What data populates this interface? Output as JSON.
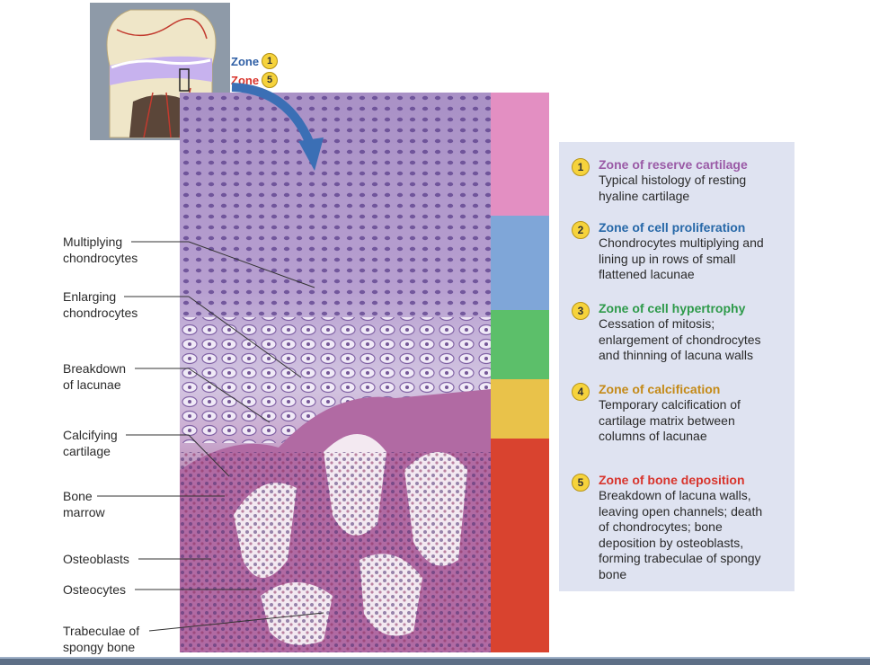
{
  "inset": {
    "zone1_label": "Zone",
    "zone1_number": "1",
    "zone5_label": "Zone",
    "zone5_number": "5",
    "zone1_color": "#2f5fa5",
    "zone5_color": "#d8342c"
  },
  "labels": [
    {
      "line1": "Multiplying",
      "line2": "chondrocytes"
    },
    {
      "line1": "Enlarging",
      "line2": "chondrocytes"
    },
    {
      "line1": "Breakdown",
      "line2": "of lacunae"
    },
    {
      "line1": "Calcifying",
      "line2": "cartilage"
    },
    {
      "line1": "Bone",
      "line2": "marrow"
    },
    {
      "line1": "Osteoblasts",
      "line2": ""
    },
    {
      "line1": "Osteocytes",
      "line2": ""
    },
    {
      "line1": "Trabeculae of",
      "line2": "spongy bone"
    }
  ],
  "zones": [
    {
      "number": "1",
      "title": "Zone of reserve cartilage",
      "color": "#9a5aa6",
      "desc": [
        "Typical histology of resting",
        "hyaline cartilage"
      ]
    },
    {
      "number": "2",
      "title": "Zone of cell proliferation",
      "color": "#2768a8",
      "desc": [
        "Chondrocytes multiplying and",
        "lining up in rows of small",
        "flattened lacunae"
      ]
    },
    {
      "number": "3",
      "title": "Zone of cell hypertrophy",
      "color": "#2e9a4a",
      "desc": [
        "Cessation of mitosis;",
        "enlargement of chondrocytes",
        "and thinning of lacuna walls"
      ]
    },
    {
      "number": "4",
      "title": "Zone of calcification",
      "color": "#c48a18",
      "desc": [
        "Temporary calcification of",
        "cartilage matrix between",
        "columns of lacunae"
      ]
    },
    {
      "number": "5",
      "title": "Zone of bone deposition",
      "color": "#d8342c",
      "desc": [
        "Breakdown of lacuna walls,",
        "leaving open channels; death",
        "of chondrocytes; bone",
        "deposition by osteoblasts,",
        "forming trabeculae of spongy",
        "bone"
      ]
    }
  ],
  "strip_colors": [
    "#e38fc2",
    "#7fa6d8",
    "#5cbf6a",
    "#e9c24a",
    "#d9432f"
  ]
}
